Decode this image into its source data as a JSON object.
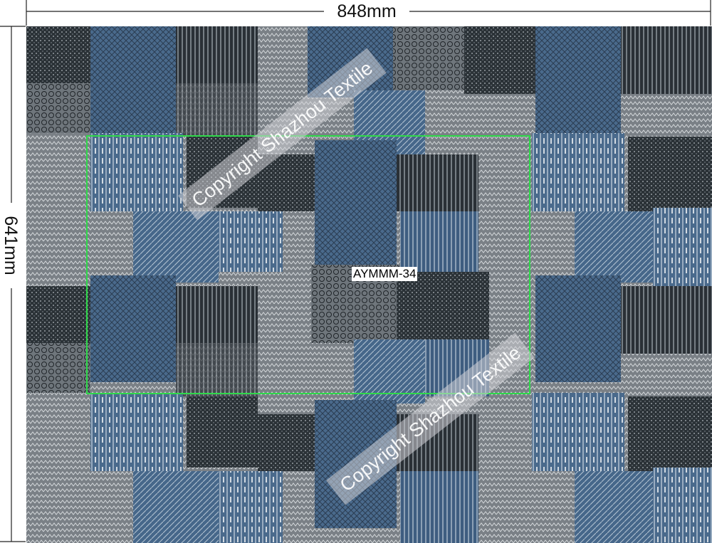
{
  "dimensions": {
    "width_label": "848mm",
    "height_label": "641mm"
  },
  "pattern": {
    "code": "AYMMM-34",
    "watermark": "Copyright Shazhou Textile"
  },
  "colors": {
    "blue": "#4a6a8c",
    "dark": "#2a3036",
    "grey": "#7c8288",
    "light": "#c9ced2",
    "repeat_outline": "#2fd84a"
  },
  "icons": {
    "width_dimension": "horizontal-dimension-arrow-icon",
    "height_dimension": "vertical-dimension-arrow-icon"
  }
}
